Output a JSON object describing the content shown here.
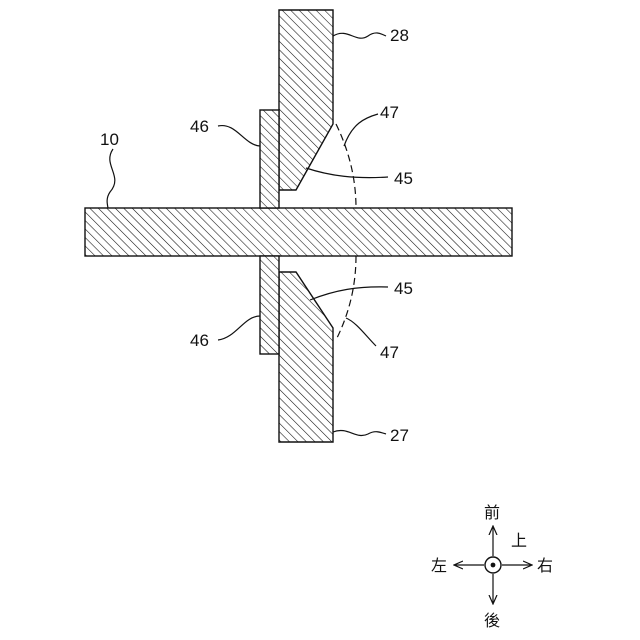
{
  "labels": {
    "part_10": "10",
    "part_28": "28",
    "part_27": "27",
    "part_46_upper": "46",
    "part_46_lower": "46",
    "part_47_upper": "47",
    "part_47_lower": "47",
    "part_45_upper": "45",
    "part_45_lower": "45"
  },
  "compass": {
    "front": "前",
    "back": "後",
    "left": "左",
    "right": "右",
    "up": "上"
  }
}
